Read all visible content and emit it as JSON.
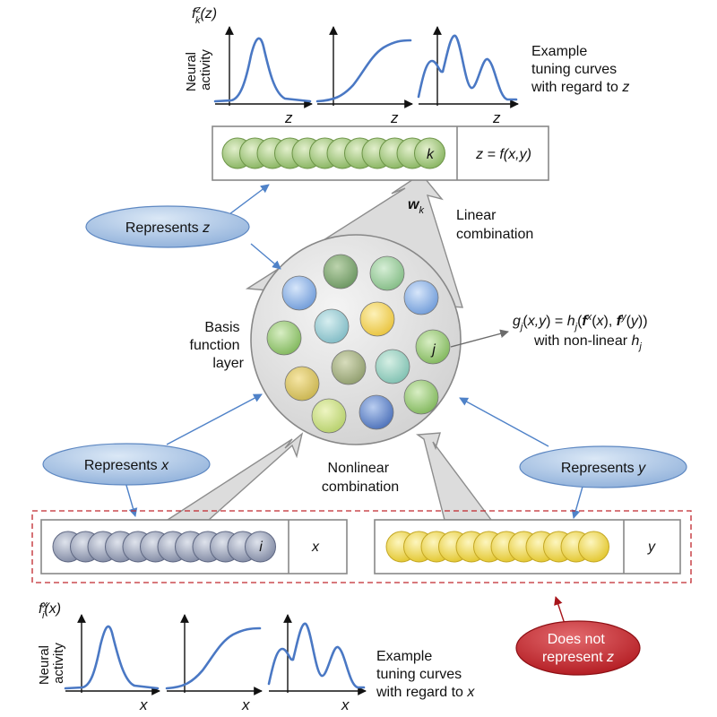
{
  "top_panel": {
    "curve_label_f": "f",
    "curve_label_sup": "z",
    "curve_label_sub": "k",
    "curve_label_arg": "(z)",
    "ylabel_line1": "Neural",
    "ylabel_line2": "activity",
    "axis_labels": [
      "z",
      "z",
      "z"
    ],
    "caption_line1": "Example",
    "caption_line2": "tuning curves",
    "caption_line3_prefix": "with regard to ",
    "caption_line3_var": "z"
  },
  "z_layer": {
    "unit_label": "k",
    "box_label": "z = f(x,y)",
    "unit_count": 12,
    "unit_color": "#9cc270"
  },
  "weights": {
    "symbol": "w",
    "subscript": "k"
  },
  "linear_combination": {
    "line1": "Linear",
    "line2": "combination"
  },
  "represents_z": {
    "prefix": "Represents ",
    "var": "z"
  },
  "basis_layer": {
    "label_line1": "Basis",
    "label_line2": "function",
    "label_line3": "layer",
    "unit_label": "j",
    "formula_line1": "g_j(x,y) = h_j(f^x(x), f^y(y))",
    "formula_line2": "with non-linear h_j"
  },
  "nonlinear_combination": {
    "line1": "Nonlinear",
    "line2": "combination"
  },
  "represents_x": {
    "prefix": "Represents ",
    "var": "x"
  },
  "represents_y": {
    "prefix": "Represents ",
    "var": "y"
  },
  "x_layer": {
    "unit_label": "i",
    "box_label": "x",
    "unit_count": 12,
    "unit_color": "#9aa3bb"
  },
  "y_layer": {
    "box_label": "y",
    "unit_count": 12,
    "unit_color": "#f0d84a"
  },
  "does_not_represent": {
    "line1": "Does not",
    "line2_prefix": "represent ",
    "line2_var": "z"
  },
  "bottom_panel": {
    "curve_label_f": "f",
    "curve_label_sup": "x",
    "curve_label_sub": "i",
    "curve_label_arg": "(x)",
    "ylabel_line1": "Neural",
    "ylabel_line2": "activity",
    "axis_labels": [
      "x",
      "x",
      "x"
    ],
    "caption_line1": "Example",
    "caption_line2": "tuning curves",
    "caption_line3_prefix": "with regard to ",
    "caption_line3_var": "x"
  },
  "colors": {
    "curve": "#4a78c4",
    "bubble_blue": "#a9c6e8",
    "bubble_red": "#c0272d",
    "dashed_box": "#c0272d"
  }
}
